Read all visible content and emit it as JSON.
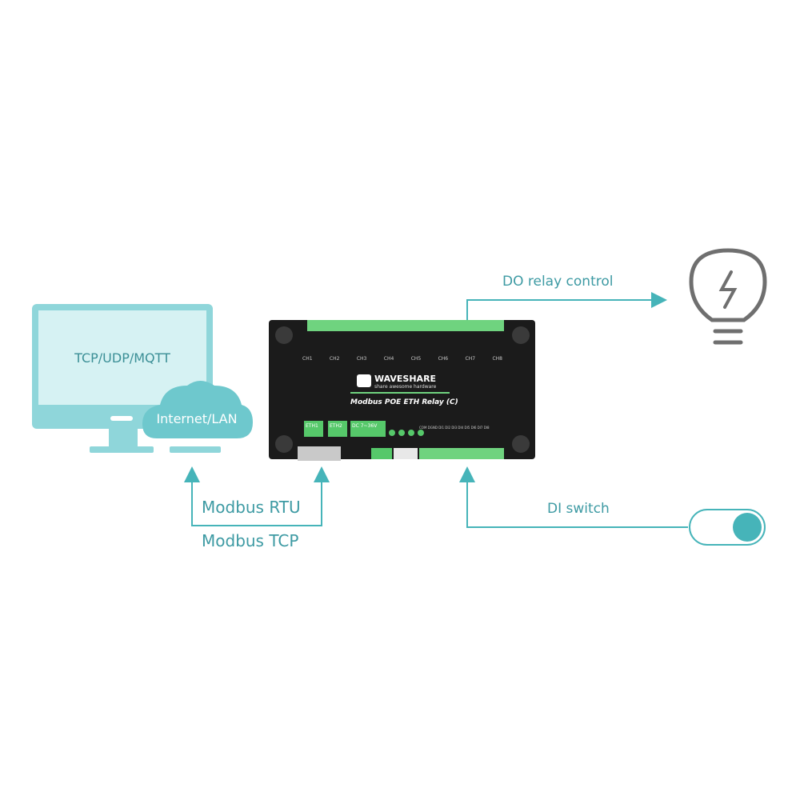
{
  "computer": {
    "screen_text": "TCP/UDP/MQTT"
  },
  "cloud": {
    "label": "Internet/LAN"
  },
  "links": {
    "rtu": "Modbus RTU",
    "tcp": "Modbus TCP",
    "do": "DO relay control",
    "di": "DI switch"
  },
  "device": {
    "brand": "WAVESHARE",
    "tagline": "share awesome hardware",
    "model": "Modbus POE ETH Relay (C)",
    "channels": [
      "CH1",
      "CH2",
      "CH3",
      "CH4",
      "CH5",
      "CH6",
      "CH7",
      "CH8"
    ],
    "ports": {
      "eth1": "ETH1",
      "eth2": "ETH2",
      "dc": "DC 7~36V"
    },
    "di_pins": "COM DGND DI1 DI2 DI3 DI4 DI5 DI6 DI7 DI8"
  },
  "colors": {
    "accent": "#46b4b9",
    "screen": "#cdeff0",
    "monitor": "#8fd6da",
    "device": "#1b1b1b",
    "terminal": "#6fd37f"
  },
  "icons": {
    "bulb": "bulb-icon",
    "switch": "toggle-switch-icon",
    "cloud": "cloud-icon",
    "monitor": "monitor-icon"
  }
}
